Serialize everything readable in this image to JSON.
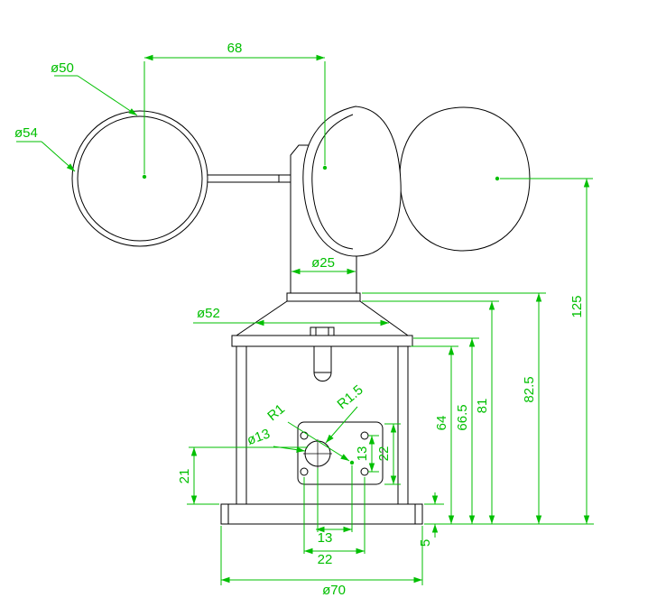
{
  "colors": {
    "dimension": "#00bf00",
    "outline": "#000000",
    "background": "#ffffff"
  },
  "dimensions": {
    "cup_spacing": "68",
    "cup_inner_diameter": "ø50",
    "cup_outer_diameter": "ø54",
    "shaft_diameter": "ø25",
    "housing_diameter": "ø52",
    "overall_height": "125",
    "height_82_5": "82.5",
    "height_81": "81",
    "height_66_5": "66.5",
    "height_64": "64",
    "plate_height": "22",
    "hole_row_spacing": "13",
    "fillet_radius_r1": "R1",
    "fillet_radius_r1_5": "R1.5",
    "center_hole_diameter": "ø13",
    "plate_offset_height": "21",
    "hole_col_spacing_inner": "13",
    "hole_col_spacing_outer": "22",
    "base_thickness": "5",
    "base_diameter": "ø70"
  }
}
